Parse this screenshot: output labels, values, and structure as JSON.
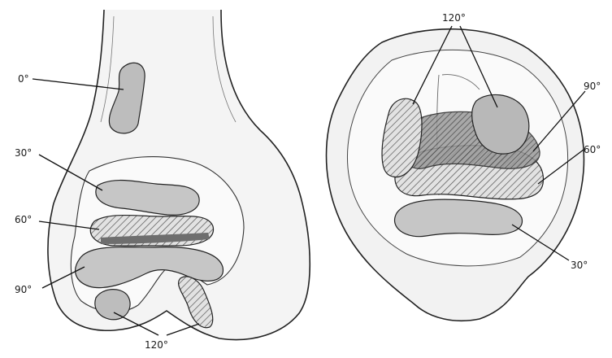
{
  "femur_labels": {
    "deg0": "0°",
    "deg30": "30°",
    "deg60": "60°",
    "deg90": "90°",
    "deg120": "120°"
  },
  "patella_labels": {
    "deg120": "120°",
    "deg90": "90°",
    "deg60": "60°",
    "deg30": "30°"
  }
}
